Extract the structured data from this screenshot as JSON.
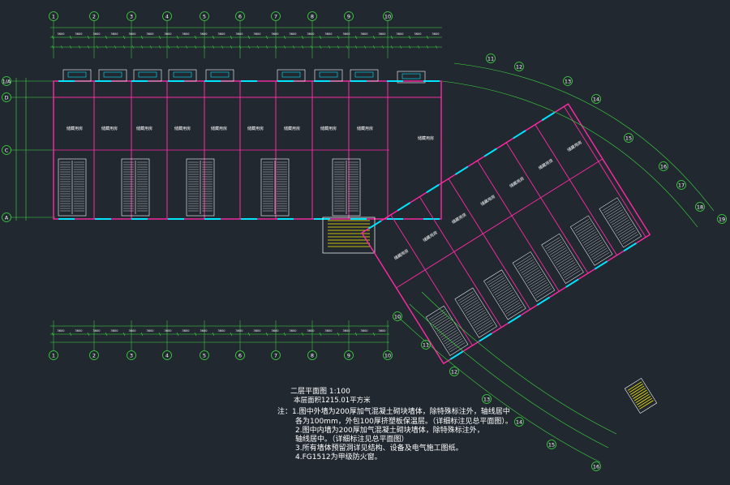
{
  "drawing": {
    "title": "二层平面图 1:100",
    "area": "本层面积1215.01平方米",
    "notes_prefix": "注：",
    "notes": [
      "1.图中外墙为200厚加气混凝土砌块墙体，除特殊标注外，轴线居中",
      "各为100mm，外包100厚挤塑板保温层。（详细标注见总平面图）。",
      "2.图中内墙为200厚加气混凝土砌块墙体，除特殊标注外，",
      "轴线居中。（详细标注见总平面图）",
      "3.所有墙体预留洞详见结构、设备及电气施工图纸。",
      "4.FG1512为甲级防火窗。"
    ],
    "room_label": "储藏用房",
    "top_axes": [
      "1",
      "2",
      "3",
      "4",
      "5",
      "6",
      "7",
      "8",
      "9",
      "10"
    ],
    "bottom_axes": [
      "1",
      "2",
      "3",
      "4",
      "5",
      "6",
      "7",
      "8",
      "9",
      "10"
    ],
    "left_axes": [
      "1/A",
      "D",
      "C",
      "A"
    ],
    "colors": {
      "background": "#212830",
      "wall": "#ff2aa5",
      "stair": "#ffffff",
      "window": "#00e5ff",
      "dimension": "#3ddc3d",
      "text": "#ffffff",
      "axis": "#3ddc3d",
      "highlight": "#ffee00"
    }
  }
}
